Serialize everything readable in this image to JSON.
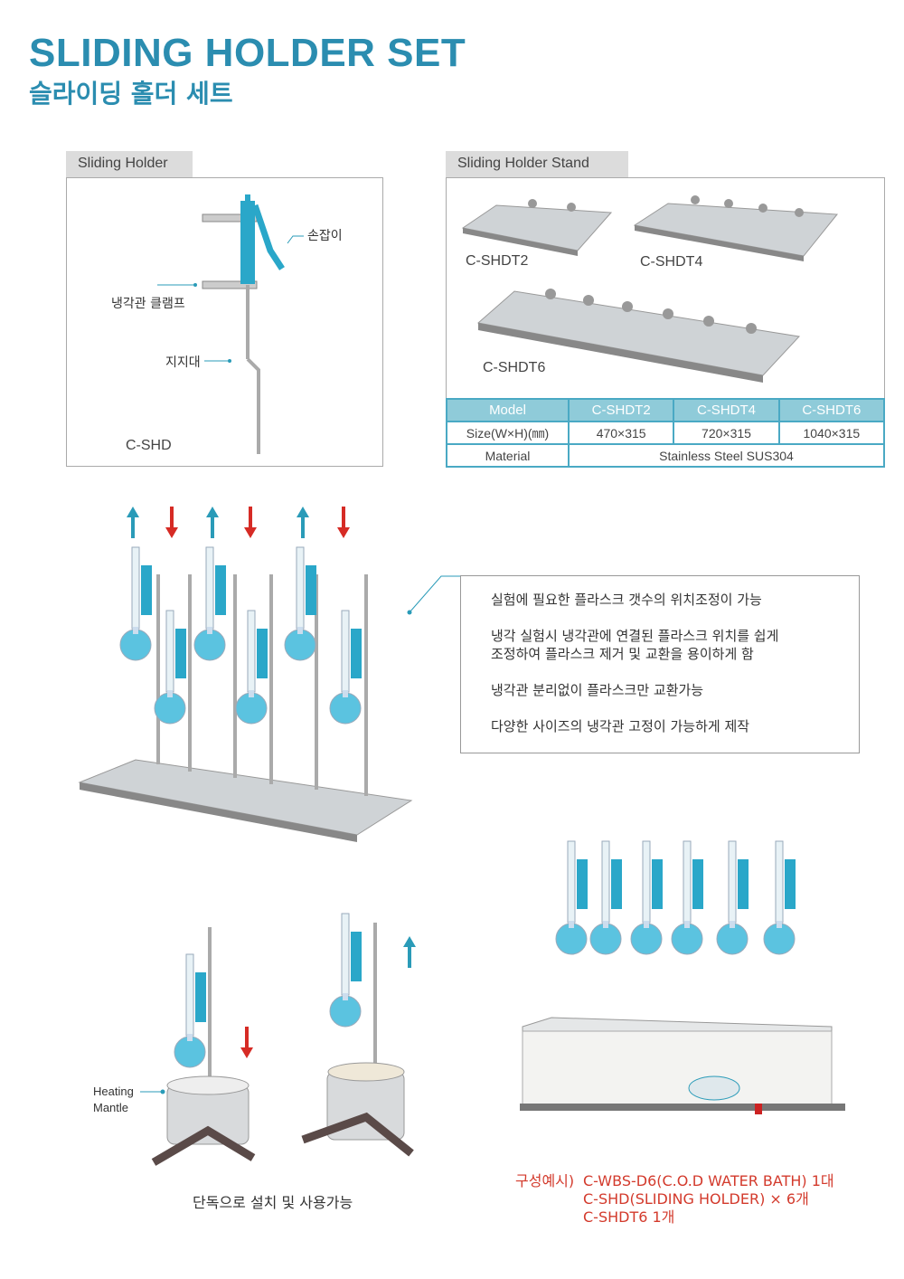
{
  "header": {
    "title": "SLIDING HOLDER SET",
    "subtitle": "슬라이딩 홀더 세트"
  },
  "holder_panel": {
    "tab": "Sliding Holder",
    "labels": {
      "handle": "손잡이",
      "clamp": "냉각관 클램프",
      "support": "지지대"
    },
    "model": "C-SHD"
  },
  "stand_panel": {
    "tab": "Sliding Holder Stand",
    "models": [
      "C-SHDT2",
      "C-SHDT4",
      "C-SHDT6"
    ],
    "table": {
      "headers": [
        "Model",
        "C-SHDT2",
        "C-SHDT4",
        "C-SHDT6"
      ],
      "size_label": "Size(W×H)(㎜)",
      "sizes": [
        "470×315",
        "720×315",
        "1040×315"
      ],
      "material_label": "Material",
      "material": "Stainless Steel SUS304"
    }
  },
  "features": [
    "실험에 필요한 플라스크 갯수의 위치조정이 가능",
    "냉각 실험시 냉각관에 연결된 플라스크 위치를 쉽게",
    "조정하여 플라스크 제거 및 교환을 용이하게 함",
    "냉각관 분리없이 플라스크만 교환가능",
    "다양한 사이즈의 냉각관 고정이 가능하게 제작"
  ],
  "colors": {
    "accent": "#2b8db0",
    "up_arrow": "#2a9bb8",
    "down_arrow": "#d62b25",
    "red_text": "#d33a2c"
  },
  "bottom_left": {
    "mantle_label_1": "Heating",
    "mantle_label_2": "Mantle",
    "caption": "단독으로 설치 및 사용가능"
  },
  "example": {
    "prefix": "구성예시)",
    "lines": [
      "C-WBS-D6(C.O.D WATER BATH) 1대",
      "C-SHD(SLIDING HOLDER) × 6개",
      "C-SHDT6 1개"
    ]
  }
}
